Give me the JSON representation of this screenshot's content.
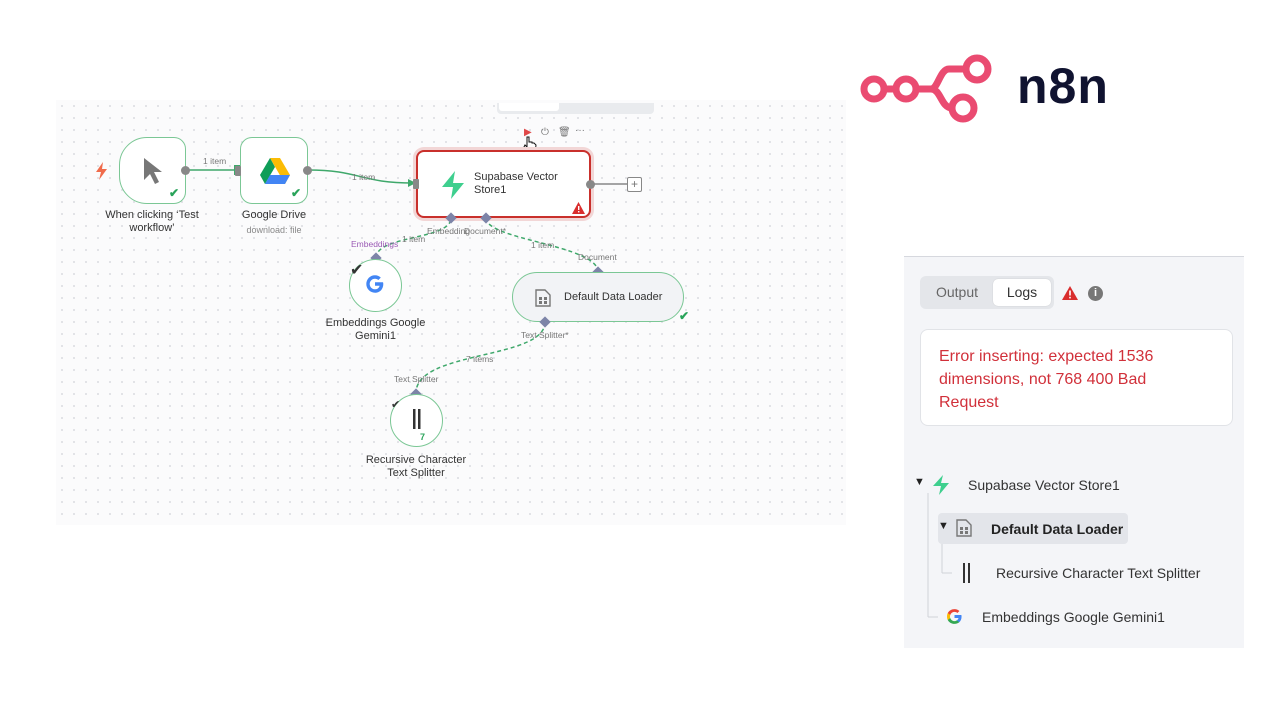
{
  "brand": {
    "name": "n8n",
    "color": "#ea4b71",
    "dark": "#101330"
  },
  "canvas": {
    "nodes": {
      "trigger": {
        "label": "When clicking ‘Test workflow’",
        "icon": "cursor-icon"
      },
      "drive": {
        "label": "Google Drive",
        "subtitle": "download: file",
        "icon": "google-drive-icon"
      },
      "supabase": {
        "label": "Supabase Vector Store1",
        "icon": "supabase-icon",
        "status": "error"
      },
      "embeddings": {
        "label": "Embeddings Google Gemini1",
        "icon": "google-g-icon"
      },
      "loader": {
        "label": "Default Data Loader",
        "icon": "document-icon"
      },
      "splitter": {
        "label": "Recursive Character Text Splitter",
        "icon": "splitter-icon",
        "badge": "7"
      }
    },
    "edges": {
      "trigger_drive": "1 item",
      "drive_supabase": "1 item",
      "emb_item": "1 item",
      "loader_item": "1 item",
      "splitter_items": "7 items"
    },
    "ports": {
      "embedding_in": "Embedding",
      "document_in": "Document*",
      "embeddings_out": "Embeddings",
      "document_out": "Document",
      "text_splitter_in": "Text Splitter*",
      "text_splitter_out": "Text Splitter"
    }
  },
  "panel": {
    "tabs": [
      "Output",
      "Logs"
    ],
    "active_tab": "Logs",
    "error_message": "Error inserting: expected 1536 dimensions, not 768 400 Bad Request",
    "tree": [
      {
        "label": "Supabase Vector Store1",
        "icon": "supabase-icon"
      },
      {
        "label": "Default Data Loader",
        "icon": "document-icon",
        "selected": true
      },
      {
        "label": "Recursive Character Text Splitter",
        "icon": "splitter-icon"
      },
      {
        "label": "Embeddings Google Gemini1",
        "icon": "google-g-icon"
      }
    ]
  }
}
